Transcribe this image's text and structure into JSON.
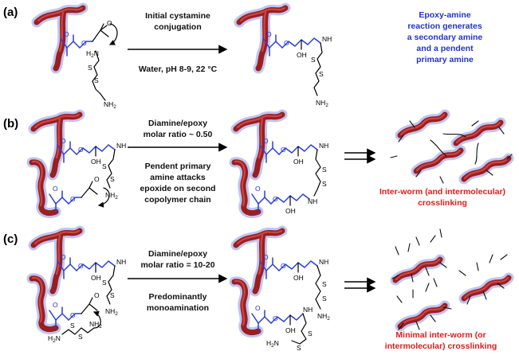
{
  "panels": [
    {
      "label": "(a)",
      "conditions_above": [
        "Initial cystamine",
        "conjugation"
      ],
      "conditions_below": [
        "Water, pH 8-9, 22 °C"
      ],
      "note": [
        "Epoxy-amine",
        "reaction generates",
        "a secondary amine",
        "and a pendent",
        "primary amine"
      ]
    },
    {
      "label": "(b)",
      "conditions_above": [
        "Diamine/epoxy",
        "molar ratio ~ 0.50"
      ],
      "conditions_below": [
        "Pendent primary",
        "amine attacks",
        "epoxide on second",
        "copolymer chain"
      ],
      "note": [
        "Inter-worm (and intermolecular)",
        "crosslinking"
      ]
    },
    {
      "label": "(c)",
      "conditions_above": [
        "Diamine/epoxy",
        "molar ratio = 10-20"
      ],
      "conditions_below": [
        "Predominantly",
        "monoamination"
      ],
      "note": [
        "Minimal inter-worm (or",
        "intermolecular) crosslinking"
      ]
    }
  ],
  "atoms": {
    "O": "O",
    "OH": "OH",
    "NH": "NH",
    "S": "S",
    "NH2": "NH",
    "H2N": "H",
    "N_suffix": "N",
    "two": "2"
  },
  "colors": {
    "worm_core": "#9a1f1f",
    "worm_halo": "#b8bff0",
    "methacrylate_blue": "#2b3fd6",
    "note_blue": "#2233cc",
    "note_red": "#e01b1b"
  }
}
